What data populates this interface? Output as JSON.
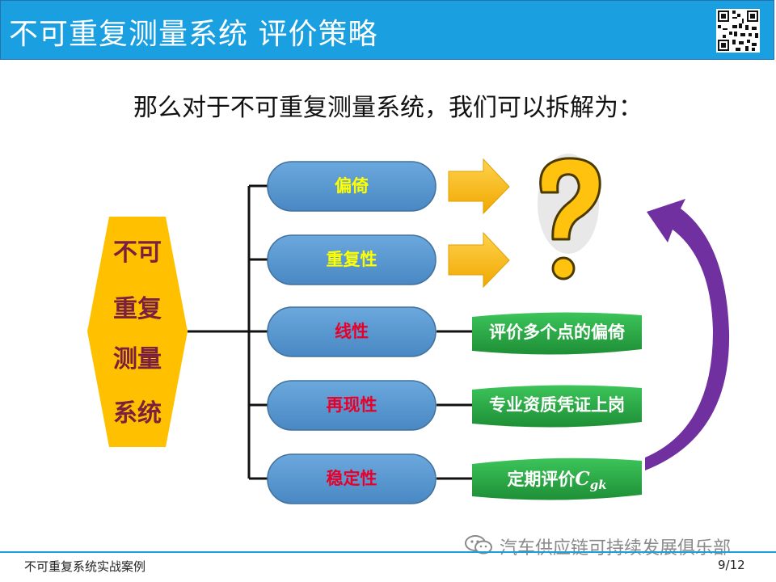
{
  "header": {
    "title": "不可重复测量系统 评价策略"
  },
  "subtitle": "那么对于不可重复测量系统，我们可以拆解为：",
  "root": {
    "lines": [
      "不可",
      "重复",
      "测量",
      "系统"
    ]
  },
  "branches": [
    {
      "label": "偏倚",
      "color": "#ffff00"
    },
    {
      "label": "重复性",
      "color": "#ffff00"
    },
    {
      "label": "线性",
      "color": "#e8002a"
    },
    {
      "label": "再现性",
      "color": "#e8002a"
    },
    {
      "label": "稳定性",
      "color": "#e8002a"
    }
  ],
  "strategies": [
    {
      "text": "评价多个点的偏倚"
    },
    {
      "text": "专业资质凭证上岗"
    },
    {
      "prefix": "定期评价",
      "symbol": "C",
      "subscript": "gk"
    }
  ],
  "watermark": "汽车供应链可持续发展俱乐部",
  "footer": {
    "left": "不可重复系统实战案例",
    "page": "9/12"
  },
  "colors": {
    "header": "#1a9fe0",
    "pill": "#5b9bd5",
    "hexagon": "#ffc000",
    "green": "#2eaa45",
    "arrow": "#ffc000",
    "curve": "#7030a0",
    "question": "#ffc20e"
  }
}
